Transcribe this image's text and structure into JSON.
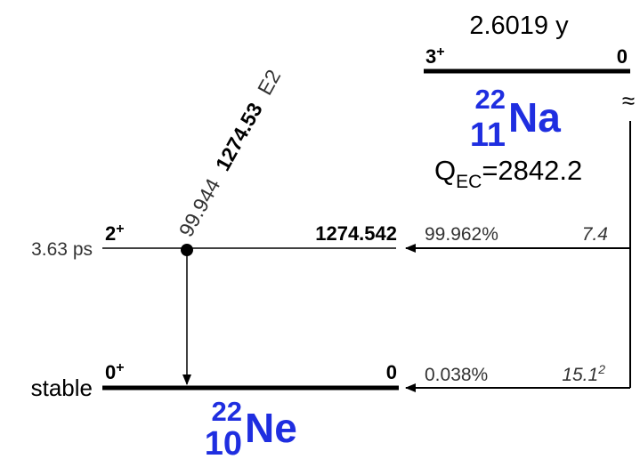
{
  "colors": {
    "nuclide": "#1f2ee0",
    "line": "#000000",
    "text": "#000000",
    "grey_text": "#333333"
  },
  "parent": {
    "half_life": "2.6019 y",
    "spin": "3",
    "parity": "+",
    "energy": "0",
    "mass": "22",
    "z": "11",
    "symbol": "Na",
    "q_label": "Q",
    "q_sub": "EC",
    "q_value": "=2842.2",
    "break_symbol": "≈"
  },
  "daughter": {
    "mass": "22",
    "z": "10",
    "symbol": "Ne"
  },
  "levels": [
    {
      "half_life": "3.63 ps",
      "spin": "2",
      "parity": "+",
      "energy": "1274.542",
      "branch": "99.962%",
      "logft": "7.4",
      "logft_sup": ""
    },
    {
      "half_life": "stable",
      "spin": "0",
      "parity": "+",
      "energy": "0",
      "branch": "0.038%",
      "logft": "15.1",
      "logft_sup": "2"
    }
  ],
  "gamma": {
    "intensity": "99.944",
    "energy": "1274.53",
    "multipolarity": "E2"
  }
}
